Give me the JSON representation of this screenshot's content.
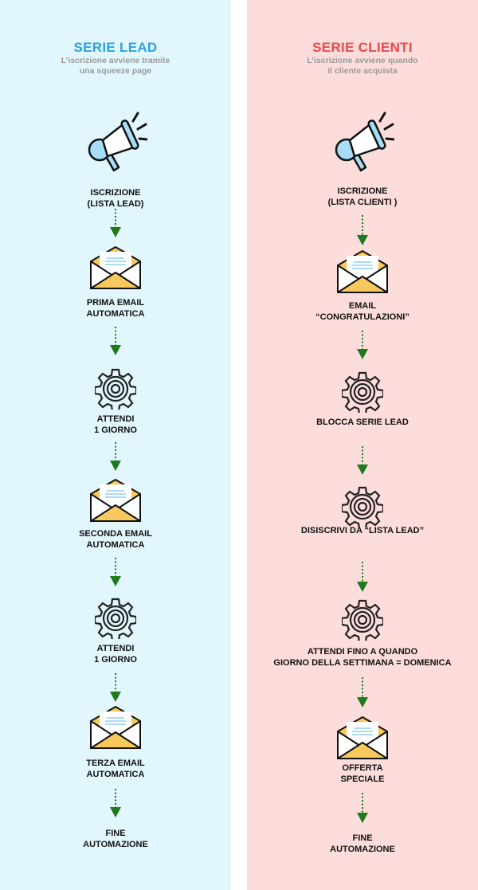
{
  "lead": {
    "title": "SERIE LEAD",
    "subtitle": [
      "L’iscrizione avviene tramite",
      "una squeeze page"
    ],
    "steps": [
      [
        "ISCRIZIONE",
        "(LISTA LEAD)"
      ],
      [
        "PRIMA EMAIL",
        "AUTOMATICA"
      ],
      [
        "ATTENDI",
        "1 GIORNO"
      ],
      [
        "SECONDA EMAIL",
        "AUTOMATICA"
      ],
      [
        "ATTENDI",
        "1 GIORNO"
      ],
      [
        "TERZA EMAIL",
        "AUTOMATICA"
      ],
      [
        "FINE",
        "AUTOMAZIONE"
      ]
    ]
  },
  "clienti": {
    "title": "SERIE CLIENTI",
    "subtitle": [
      "L’iscrizione avviene quando",
      "il cliente acquista"
    ],
    "steps": [
      [
        "ISCRIZIONE",
        "(LISTA CLIENTI )"
      ],
      [
        "EMAIL",
        "“CONGRATULAZIONI”"
      ],
      [
        "BLOCCA SERIE LEAD"
      ],
      [
        "DISISCRIVI DA “LISTA LEAD”"
      ],
      [
        "ATTENDI FINO A QUANDO",
        "GIORNO DELLA SETTIMANA = DOMENICA"
      ],
      [
        "OFFERTA",
        "SPECIALE"
      ],
      [
        "FINE",
        "AUTOMAZIONE"
      ]
    ]
  },
  "colors": {
    "lead_bg": "#e1f6fd",
    "clienti_bg": "#fddcdc",
    "lead_accent": "#2aa3e4",
    "clienti_accent": "#ea4a4a",
    "arrow": "#1e7a1e"
  }
}
